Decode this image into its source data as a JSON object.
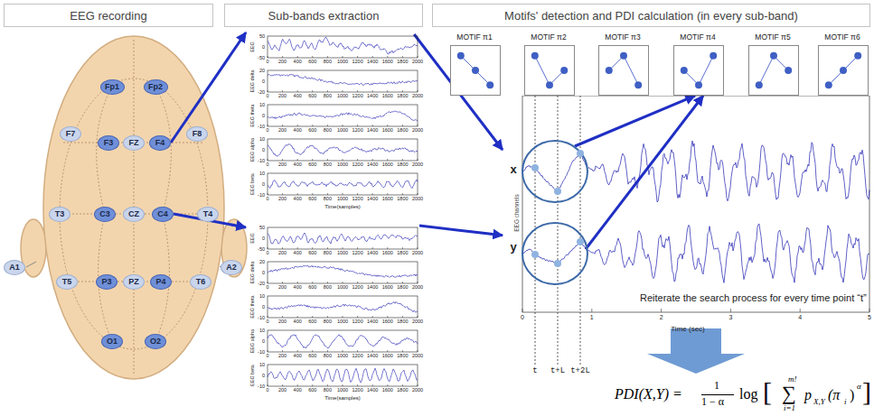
{
  "diagram": {
    "nodes": [
      {
        "text": [
          "EEG recording"
        ]
      },
      {
        "text": [
          "Sub-bands extraction"
        ]
      },
      {
        "text": [
          "Motifs' detection and PDI calculation (in every sub-band)"
        ]
      },
      {
        "text": [
          "Fp1"
        ]
      },
      {
        "text": [
          "Fp2"
        ]
      },
      {
        "text": [
          "F7"
        ]
      },
      {
        "text": [
          "F3"
        ]
      },
      {
        "text": [
          "FZ"
        ]
      },
      {
        "text": [
          "F4"
        ]
      },
      {
        "text": [
          "F8"
        ]
      },
      {
        "text": [
          "A1"
        ]
      },
      {
        "text": [
          "T3"
        ]
      },
      {
        "text": [
          "C3"
        ]
      },
      {
        "text": [
          "CZ"
        ]
      },
      {
        "text": [
          "C4"
        ]
      },
      {
        "text": [
          "T4"
        ]
      },
      {
        "text": [
          "A2"
        ]
      },
      {
        "text": [
          "T5"
        ]
      },
      {
        "text": [
          "P3"
        ]
      },
      {
        "text": [
          "PZ"
        ]
      },
      {
        "text": [
          "P4"
        ]
      },
      {
        "text": [
          "T6"
        ]
      },
      {
        "text": [
          "O1"
        ]
      },
      {
        "text": [
          "O2"
        ]
      },
      {
        "text": [
          "EEG",
          "EEG delta",
          "EEG theta",
          "EEG alpha",
          "EEG beta",
          "Time(samples)"
        ]
      },
      {
        "text": [
          "EEG",
          "EEG delta",
          "EEG theta",
          "EEG alpha",
          "EEG beta",
          "Time(samples)"
        ]
      },
      {
        "text": [
          "MOTIF π1"
        ]
      },
      {
        "text": [
          "MOTIF π2"
        ]
      },
      {
        "text": [
          "MOTIF π3"
        ]
      },
      {
        "text": [
          "MOTIF π4"
        ]
      },
      {
        "text": [
          "MOTIF π5"
        ]
      },
      {
        "text": [
          "MOTIF π6"
        ]
      },
      {
        "text": [
          "x",
          "y",
          "EEG channels",
          "Reiterate the search process for every time point “t”",
          "Time (sec)"
        ]
      }
    ],
    "edges": [
      {
        "from": 8,
        "to": 24,
        "arrow": "to"
      },
      {
        "from": 14,
        "to": 25,
        "arrow": "to"
      },
      {
        "from": 24,
        "to": 32,
        "arrow": "to"
      },
      {
        "from": 25,
        "to": 32,
        "arrow": "to"
      },
      {
        "from": 32,
        "to": 29,
        "arrow": "to"
      },
      {
        "from": 32,
        "to": 29,
        "arrow": "to"
      }
    ],
    "labels": [
      "50",
      "0",
      "-50",
      "0",
      "200",
      "400",
      "600",
      "800",
      "1000",
      "1200",
      "1400",
      "1600",
      "1800",
      "2000",
      "20",
      "0",
      "-20",
      "0",
      "200",
      "400",
      "600",
      "800",
      "1000",
      "1200",
      "1400",
      "1600",
      "1800",
      "2000",
      "10",
      "0",
      "-10",
      "0",
      "200",
      "400",
      "600",
      "800",
      "1000",
      "1200",
      "1400",
      "1600",
      "1800",
      "2000",
      "10",
      "0",
      "-10",
      "0",
      "200",
      "400",
      "600",
      "800",
      "1000",
      "1200",
      "1400",
      "1600",
      "1800",
      "2000",
      "10",
      "0",
      "-10",
      "0",
      "200",
      "400",
      "600",
      "800",
      "1000",
      "1200",
      "1400",
      "1600",
      "1800",
      "2000",
      "50",
      "0",
      "-50",
      "0",
      "200",
      "400",
      "600",
      "800",
      "1000",
      "1200",
      "1400",
      "1600",
      "1800",
      "2000",
      "20",
      "0",
      "-20",
      "0",
      "200",
      "400",
      "600",
      "800",
      "1000",
      "1200",
      "1400",
      "1600",
      "1800",
      "2000",
      "10",
      "0",
      "-10",
      "0",
      "200",
      "400",
      "600",
      "800",
      "1000",
      "1200",
      "1400",
      "1600",
      "1800",
      "2000",
      "10",
      "0",
      "-10",
      "0",
      "200",
      "400",
      "600",
      "800",
      "1000",
      "1200",
      "1400",
      "1600",
      "1800",
      "2000",
      "10",
      "0",
      "-10",
      "0",
      "200",
      "400",
      "600",
      "800",
      "1000",
      "1200",
      "1400",
      "1600",
      "1800",
      "2000",
      "0",
      "1",
      "2",
      "3",
      "4",
      "5",
      "t",
      "t+L",
      "t+2L",
      "PDI(X,Y) =",
      "1",
      "1 − α",
      "log",
      "[",
      "m!",
      "∑",
      "i=1",
      "p",
      "X,Y",
      "(π",
      "i",
      ")",
      "α",
      "]"
    ]
  }
}
